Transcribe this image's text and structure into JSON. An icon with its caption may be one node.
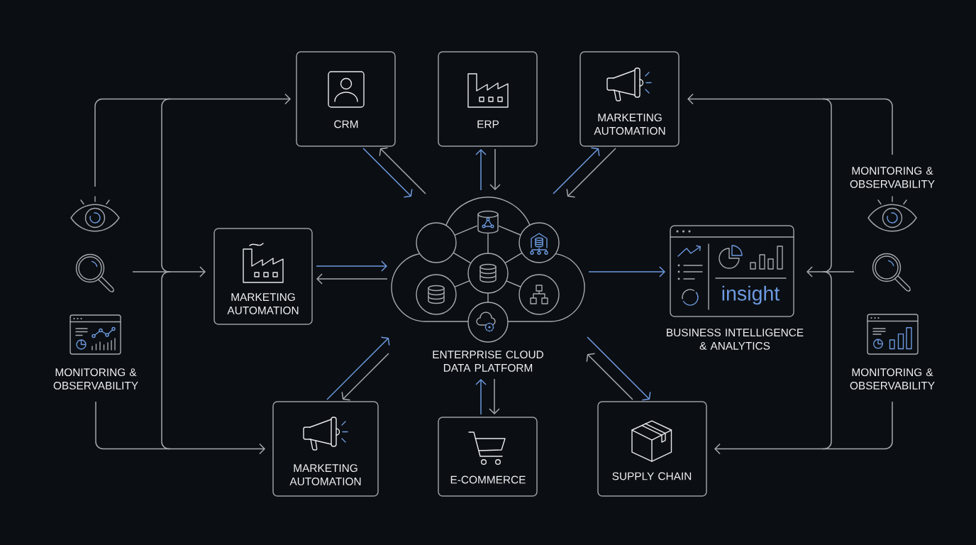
{
  "diagram": {
    "nodes": [
      {
        "text": [
          "CRM"
        ]
      },
      {
        "text": [
          "ERP"
        ]
      },
      {
        "text": [
          "MARKETING AUTOMATION"
        ]
      },
      {
        "text": [
          "MARKETING AUTOMATION"
        ]
      },
      {
        "text": [
          "ENTERPRISE CLOUD DATA PLATFORM"
        ]
      },
      {
        "text": [
          "insight",
          "BUSINESS INTELLIGENCE & ANALYTICS"
        ]
      },
      {
        "text": [
          "MARKETING AUTOMATION"
        ]
      },
      {
        "text": [
          "E-COMMERCE"
        ]
      },
      {
        "text": [
          "SUPPLY CHAIN"
        ]
      },
      {
        "text": [],
        "shape": "picture"
      },
      {
        "text": [],
        "shape": "picture"
      },
      {
        "text": [
          "MONITORING & OBSERVABILITY"
        ]
      },
      {
        "text": [
          "MONITORING & OBSERVABILITY"
        ]
      },
      {
        "text": [],
        "shape": "picture"
      },
      {
        "text": [
          "MONITORING & OBSERVABILITY"
        ]
      }
    ],
    "edges": [
      {
        "from": 0,
        "to": 4,
        "arrow": "to",
        "color": "#6d9ae0"
      },
      {
        "from": 4,
        "to": 0,
        "arrow": "to"
      },
      {
        "from": 4,
        "to": 1,
        "arrow": "to",
        "color": "#6d9ae0"
      },
      {
        "from": 1,
        "to": 4,
        "arrow": "to"
      },
      {
        "from": 4,
        "to": 2,
        "arrow": "to",
        "color": "#6d9ae0"
      },
      {
        "from": 2,
        "to": 4,
        "arrow": "to"
      },
      {
        "from": 3,
        "to": 4,
        "arrow": "to",
        "color": "#6d9ae0"
      },
      {
        "from": 4,
        "to": 3,
        "arrow": "to"
      },
      {
        "from": 4,
        "to": 5,
        "arrow": "to",
        "color": "#6d9ae0"
      },
      {
        "from": 6,
        "to": 4,
        "arrow": "to",
        "color": "#6d9ae0"
      },
      {
        "from": 4,
        "to": 6,
        "arrow": "to"
      },
      {
        "from": 7,
        "to": 4,
        "arrow": "to",
        "color": "#6d9ae0"
      },
      {
        "from": 4,
        "to": 7,
        "arrow": "to"
      },
      {
        "from": 4,
        "to": 8,
        "arrow": "to",
        "color": "#6d9ae0"
      },
      {
        "from": 8,
        "to": 4,
        "arrow": "to"
      },
      {
        "from": 9,
        "to": 0,
        "arrow": "to"
      },
      {
        "from": 10,
        "to": 3,
        "arrow": "to"
      },
      {
        "from": 11,
        "to": 6,
        "arrow": "to"
      },
      {
        "from": 12,
        "to": 2,
        "arrow": "to"
      },
      {
        "from": 13,
        "to": 5,
        "arrow": "to"
      },
      {
        "from": 14,
        "to": 8,
        "arrow": "to"
      }
    ]
  }
}
